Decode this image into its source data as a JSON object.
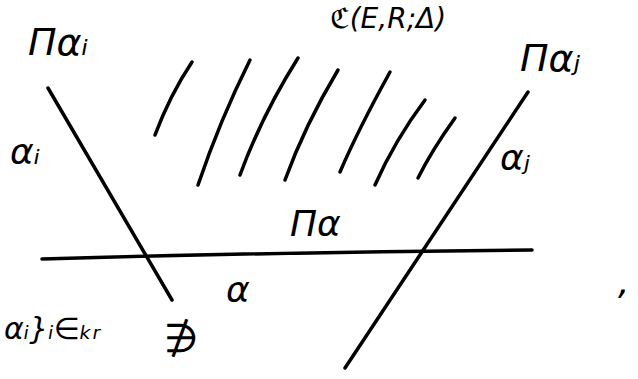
{
  "diagram": {
    "labels": [
      "Παᵢ",
      "αᵢ",
      "ℭ(E,R;Δ)",
      "Παⱼ",
      "αⱼ",
      "Πα",
      "α",
      "αᵢ}ᵢ∈ₖᵣ",
      "∌",
      ","
    ]
  }
}
